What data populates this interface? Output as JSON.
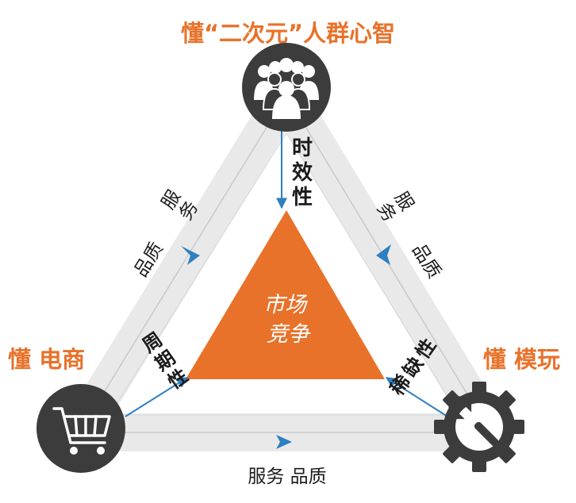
{
  "nodes": {
    "top": {
      "title": "懂“二次元”人群心智",
      "icon": "people-group-icon"
    },
    "left": {
      "title": "懂 电商",
      "icon": "shopping-cart-icon"
    },
    "right": {
      "title": "懂 模玩",
      "icon": "gear-wrench-icon"
    }
  },
  "center": {
    "line1": "市场",
    "line2": "竞争"
  },
  "edges": {
    "left_side": {
      "char1": "服",
      "char2": "务",
      "text2": "品质"
    },
    "right_side": {
      "char1": "服",
      "char2": "务",
      "text2": "品质"
    },
    "bottom": "服务 品质"
  },
  "spokes": {
    "top": {
      "c1": "时",
      "c2": "效",
      "c3": "性"
    },
    "left": {
      "c1": "周",
      "c2": "期",
      "c3": "性"
    },
    "right": {
      "c1": "稀",
      "c2": "缺",
      "c3": "性"
    }
  },
  "colors": {
    "accent": "#e8722a",
    "center_triangle": "#e8722a",
    "icon_dark": "#3c3c3c",
    "arrow_blue": "#2f7fc1",
    "band": "#ececec"
  }
}
